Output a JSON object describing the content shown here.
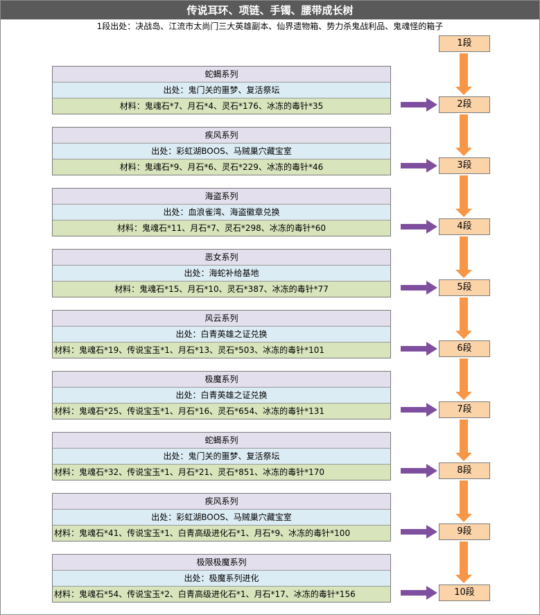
{
  "title": "传说耳环、项链、手镯、腰带成长树",
  "subtitle": "1段出处：决战岛、江流市太尚门三大英雄副本、仙界遗物箱、势力杀鬼战利品、鬼魂怪的箱子",
  "stages": [
    "1段",
    "2段",
    "3段",
    "4段",
    "5段",
    "6段",
    "7段",
    "8段",
    "9段",
    "10段"
  ],
  "blocks": [
    {
      "name": "蛇蝎系列",
      "source": "出处：鬼门关的噩梦、复活祭坛",
      "materials": "材料：鬼魂石*7、月石*4、灵石*176、冰冻的毒针*35"
    },
    {
      "name": "疾风系列",
      "source": "出处：彩虹湖BOOS、马贼巢穴藏宝室",
      "materials": "材料：鬼魂石*9、月石*6、灵石*229、冰冻的毒针*46"
    },
    {
      "name": "海盗系列",
      "source": "出处：血浪雀湾、海盗徽章兑换",
      "materials": "材料：鬼魂石*11、月石*7、灵石*298、冰冻的毒针*60"
    },
    {
      "name": "恶女系列",
      "source": "出处：海蛇补给基地",
      "materials": "材料：鬼魂石*15、月石*10、灵石*387、冰冻的毒针*77"
    },
    {
      "name": "风云系列",
      "source": "出处：白青英雄之证兑换",
      "materials": "材料：鬼魂石*19、传说宝玉*1、月石*13、灵石*503、冰冻的毒针*101"
    },
    {
      "name": "极魔系列",
      "source": "出处：白青英雄之证兑换",
      "materials": "材料：鬼魂石*25、传说宝玉*1、月石*16、灵石*654、冰冻的毒针*131"
    },
    {
      "name": "蛇蝎系列",
      "source": "出处：鬼门关的噩梦、复活祭坛",
      "materials": "材料：鬼魂石*32、传说宝玉*1、月石*21、灵石*851、冰冻的毒针*170"
    },
    {
      "name": "疾风系列",
      "source": "出处：彩虹湖BOOS、马贼巢穴藏宝室",
      "materials": "材料：鬼魂石*41、传说宝玉*1、白青高级进化石*1、月石*9、冰冻的毒针*100"
    },
    {
      "name": "极限极魔系列",
      "source": "出处：极魔系列进化",
      "materials": "材料：鬼魂石*54、传说宝玉*2、白青高级进化石*1、月石*17、冰冻的毒针*156"
    }
  ],
  "colors": {
    "title_bg": "#5a5a5a",
    "name_row": "#e4dfec",
    "source_row": "#dcecf4",
    "material_row": "#d8e4bc",
    "stage_box": "#fbd3a9",
    "down_arrow": "#f79646",
    "right_arrow": "#7f4f9f"
  }
}
